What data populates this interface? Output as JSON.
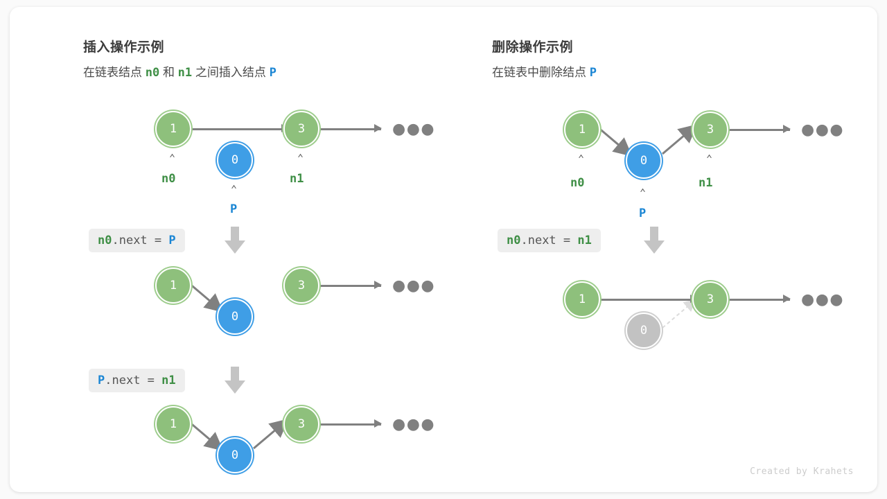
{
  "credit": "Created by Krahets",
  "colors": {
    "green_node": "#8ec07c",
    "blue_node": "#3f9ee6",
    "gray_node": "#c2c2c2",
    "arrow": "#808080",
    "code_bg": "#eeeeee",
    "label_green": "#3f8f46",
    "label_blue": "#1b86d4",
    "card_bg": "#ffffff",
    "page_bg": "#fafafa"
  },
  "left_panel": {
    "title": "插入操作示例",
    "subtitle_parts": [
      {
        "text": "在链表结点 ",
        "style": "plain"
      },
      {
        "text": "n0",
        "style": "green"
      },
      {
        "text": " 和 ",
        "style": "plain"
      },
      {
        "text": "n1",
        "style": "green"
      },
      {
        "text": " 之间插入结点 ",
        "style": "plain"
      },
      {
        "text": "P",
        "style": "blue"
      }
    ],
    "row1": {
      "nodes": [
        {
          "value": "1",
          "kind": "green",
          "caret": "⌃",
          "label": "n0",
          "label_color": "green"
        },
        {
          "value": "0",
          "kind": "blue",
          "caret": "⌃",
          "label": "P",
          "label_color": "blue"
        },
        {
          "value": "3",
          "kind": "green",
          "caret": "⌃",
          "label": "n1",
          "label_color": "green"
        }
      ],
      "ellipsis": "●●●"
    },
    "step1": {
      "code_parts": [
        {
          "text": "n0",
          "style": "green"
        },
        {
          "text": ".next = ",
          "style": "plain"
        },
        {
          "text": "P",
          "style": "blue"
        }
      ],
      "arrow_icon": "down-arrow-icon"
    },
    "row2": {
      "nodes": [
        {
          "value": "1",
          "kind": "green"
        },
        {
          "value": "0",
          "kind": "blue"
        },
        {
          "value": "3",
          "kind": "green"
        }
      ],
      "ellipsis": "●●●"
    },
    "step2": {
      "code_parts": [
        {
          "text": "P",
          "style": "blue"
        },
        {
          "text": ".next = ",
          "style": "plain"
        },
        {
          "text": "n1",
          "style": "green"
        }
      ],
      "arrow_icon": "down-arrow-icon"
    },
    "row3": {
      "nodes": [
        {
          "value": "1",
          "kind": "green"
        },
        {
          "value": "0",
          "kind": "blue"
        },
        {
          "value": "3",
          "kind": "green"
        }
      ],
      "ellipsis": "●●●"
    }
  },
  "right_panel": {
    "title": "删除操作示例",
    "subtitle_parts": [
      {
        "text": "在链表中删除结点 ",
        "style": "plain"
      },
      {
        "text": "P",
        "style": "blue"
      }
    ],
    "row1": {
      "nodes": [
        {
          "value": "1",
          "kind": "green",
          "caret": "⌃",
          "label": "n0",
          "label_color": "green"
        },
        {
          "value": "0",
          "kind": "blue",
          "caret": "⌃",
          "label": "P",
          "label_color": "blue"
        },
        {
          "value": "3",
          "kind": "green",
          "caret": "⌃",
          "label": "n1",
          "label_color": "green"
        }
      ],
      "ellipsis": "●●●"
    },
    "step1": {
      "code_parts": [
        {
          "text": "n0",
          "style": "green"
        },
        {
          "text": ".next = ",
          "style": "plain"
        },
        {
          "text": "n1",
          "style": "green"
        }
      ],
      "arrow_icon": "down-arrow-icon"
    },
    "row2": {
      "nodes": [
        {
          "value": "1",
          "kind": "green"
        },
        {
          "value": "0",
          "kind": "gray"
        },
        {
          "value": "3",
          "kind": "green"
        }
      ],
      "ellipsis": "●●●"
    }
  }
}
